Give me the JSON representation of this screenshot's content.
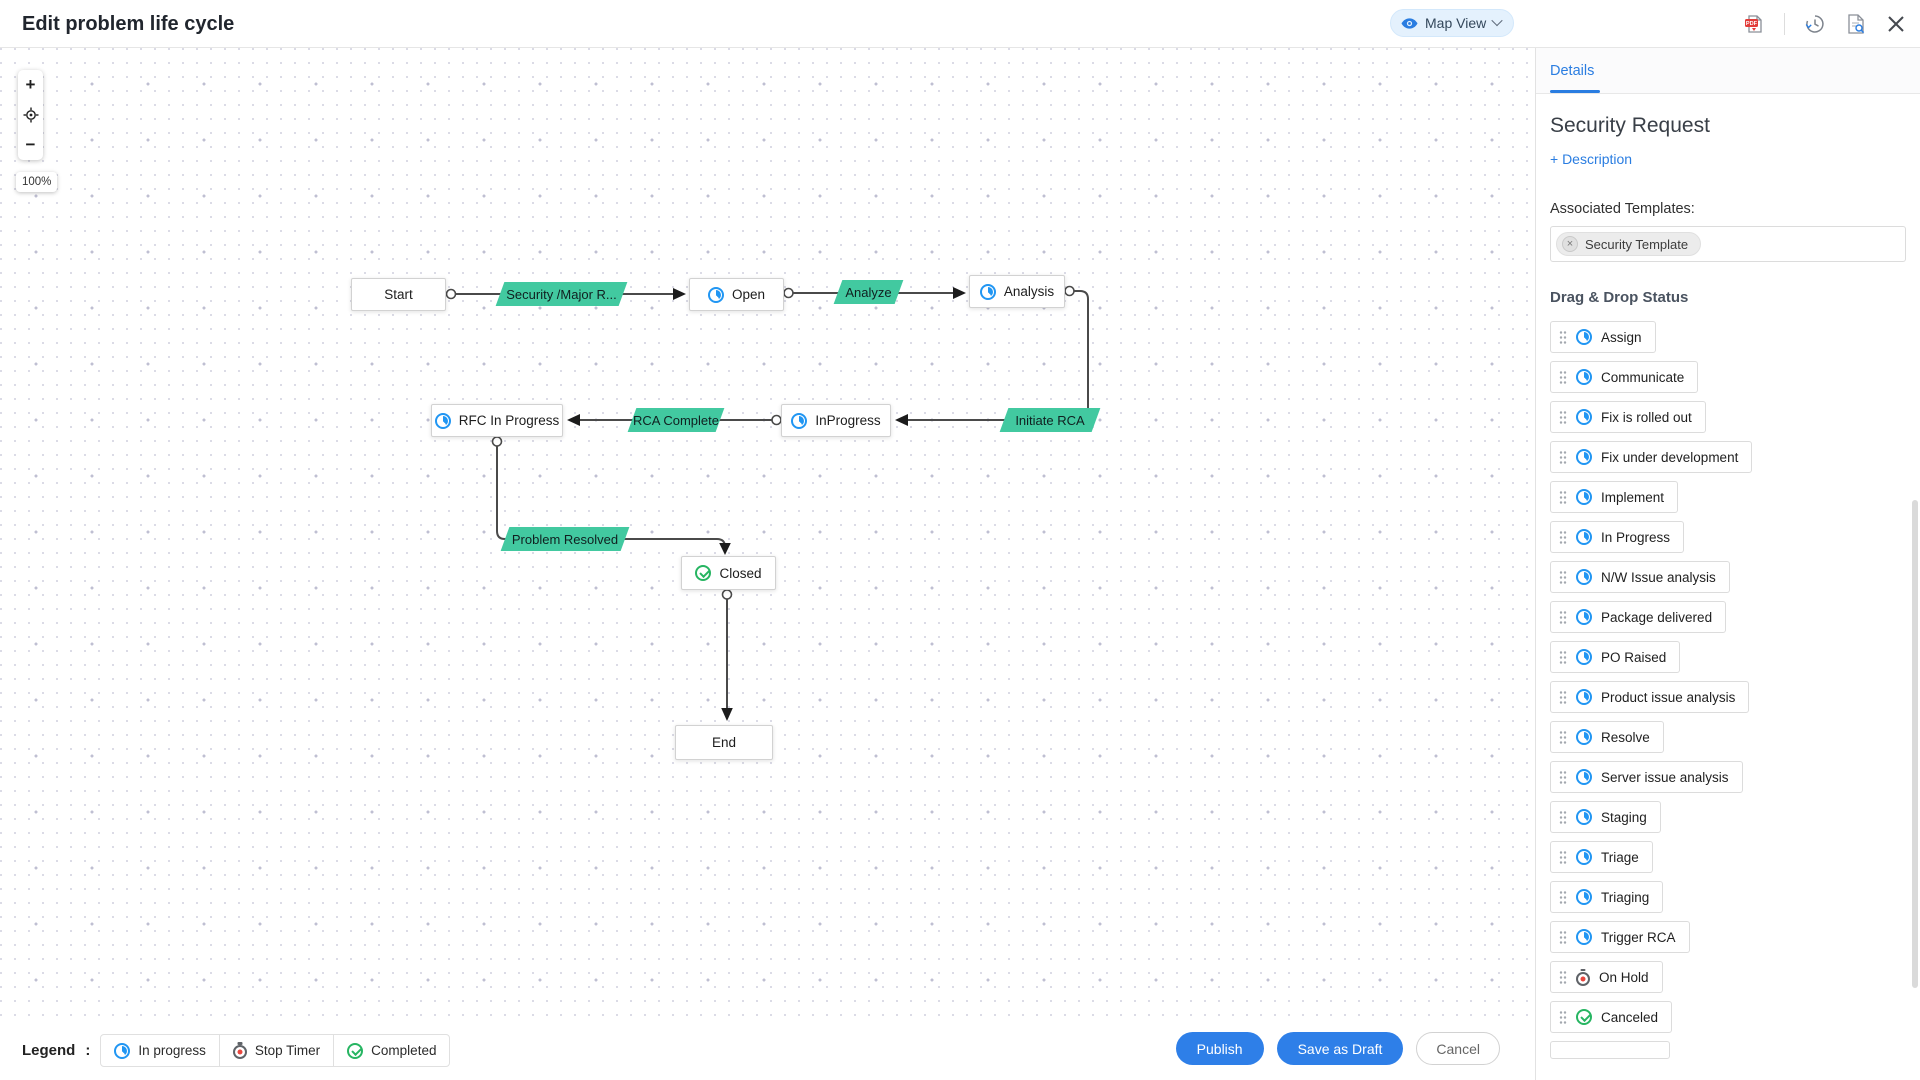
{
  "header": {
    "title": "Edit problem life cycle",
    "map_view_label": "Map View",
    "icons": [
      "eye-icon",
      "chevron-down-icon",
      "pdf-export-icon",
      "history-icon",
      "document-preview-icon",
      "close-icon"
    ]
  },
  "canvas": {
    "controls": {
      "zoom_in": "+",
      "zoom_out": "−",
      "locate": "locate-icon",
      "zoom_level": "100%"
    },
    "nodes": [
      {
        "label": "Start",
        "icon": "none"
      },
      {
        "label": "Open",
        "icon": "timer-icon"
      },
      {
        "label": "Analysis",
        "icon": "timer-icon"
      },
      {
        "label": "RFC In Progress",
        "icon": "timer-icon"
      },
      {
        "label": "InProgress",
        "icon": "timer-icon"
      },
      {
        "label": "Closed",
        "icon": "check-circle-icon"
      },
      {
        "label": "End",
        "icon": "none"
      }
    ],
    "edge_labels": [
      {
        "label": "Security /Major R..."
      },
      {
        "label": "Analyze"
      },
      {
        "label": "Initiate RCA"
      },
      {
        "label": "RCA Complete"
      },
      {
        "label": "Problem Resolved"
      }
    ],
    "legend": {
      "title": "Legend",
      "separator": ":",
      "items": [
        {
          "label": "In progress",
          "icon": "timer-icon"
        },
        {
          "label": "Stop Timer",
          "icon": "stopwatch-icon"
        },
        {
          "label": "Completed",
          "icon": "check-circle-icon"
        }
      ]
    }
  },
  "footer": {
    "publish": "Publish",
    "save_draft": "Save as Draft",
    "cancel": "Cancel"
  },
  "panel": {
    "tab": "Details",
    "title": "Security Request",
    "description_link": "+ Description",
    "templates_label": "Associated Templates:",
    "template_chip": "Security Template",
    "chip_remove": "×",
    "statuses_title": "Drag & Drop Status",
    "statuses": [
      {
        "label": "Assign",
        "icon": "timer-icon"
      },
      {
        "label": "Communicate",
        "icon": "timer-icon"
      },
      {
        "label": "Fix is rolled out",
        "icon": "timer-icon"
      },
      {
        "label": "Fix under development",
        "icon": "timer-icon"
      },
      {
        "label": "Implement",
        "icon": "timer-icon"
      },
      {
        "label": "In Progress",
        "icon": "timer-icon"
      },
      {
        "label": "N/W Issue analysis",
        "icon": "timer-icon"
      },
      {
        "label": "Package delivered",
        "icon": "timer-icon"
      },
      {
        "label": "PO Raised",
        "icon": "timer-icon"
      },
      {
        "label": "Product issue analysis",
        "icon": "timer-icon"
      },
      {
        "label": "Resolve",
        "icon": "timer-icon"
      },
      {
        "label": "Server issue analysis",
        "icon": "timer-icon"
      },
      {
        "label": "Staging",
        "icon": "timer-icon"
      },
      {
        "label": "Triage",
        "icon": "timer-icon"
      },
      {
        "label": "Triaging",
        "icon": "timer-icon"
      },
      {
        "label": "Trigger RCA",
        "icon": "timer-icon"
      },
      {
        "label": "On Hold",
        "icon": "stopwatch-icon"
      },
      {
        "label": "Canceled",
        "icon": "check-circle-icon"
      }
    ]
  },
  "colors": {
    "accent_blue": "#2e7fe8",
    "link_blue": "#2a7de1",
    "transition_green": "#42c9a0",
    "timer_blue": "#2196f3",
    "check_green": "#27b562",
    "stop_red": "#e8473f"
  }
}
